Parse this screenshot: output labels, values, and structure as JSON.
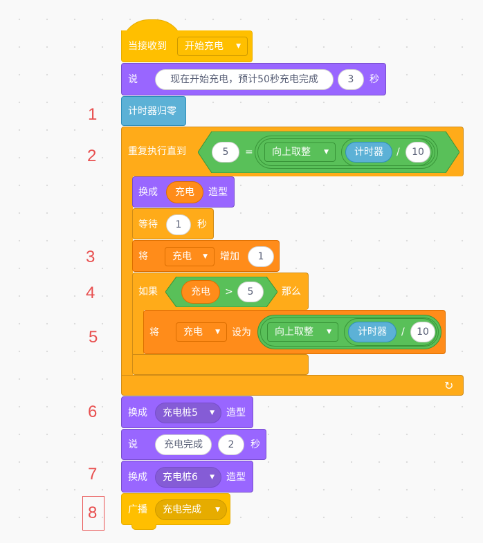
{
  "script": {
    "hat": {
      "label": "当接收到",
      "message": "开始充电"
    },
    "say_timed_1": {
      "label": "说",
      "text": "现在开始充电，预计50秒充电完成",
      "secs": "3",
      "unit": "秒"
    },
    "reset_timer": {
      "label": "计时器归零"
    },
    "repeat_until": {
      "label": "重复执行直到",
      "left": "5",
      "op": "=",
      "round_label": "向上取整",
      "timer": "计时器",
      "div": "/",
      "divisor": "10"
    },
    "switch_costume_1": {
      "label": "换成",
      "costume": "充电",
      "suffix": "造型"
    },
    "wait": {
      "label": "等待",
      "secs": "1",
      "unit": "秒"
    },
    "change_var": {
      "label": "将",
      "var": "充电",
      "action": "增加",
      "value": "1"
    },
    "if_block": {
      "label": "如果",
      "var": "充电",
      "op": ">",
      "value": "5",
      "then": "那么"
    },
    "set_var": {
      "label": "将",
      "var": "充电",
      "action": "设为",
      "round_label": "向上取整",
      "timer": "计时器",
      "div": "/",
      "divisor": "10"
    },
    "switch_costume_2": {
      "label": "换成",
      "costume": "充电桩5",
      "suffix": "造型"
    },
    "say_timed_2": {
      "label": "说",
      "text": "充电完成",
      "secs": "2",
      "unit": "秒"
    },
    "switch_costume_3": {
      "label": "换成",
      "costume": "充电桩6",
      "suffix": "造型"
    },
    "broadcast": {
      "label": "广播",
      "message": "充电完成"
    },
    "loop_arrow": "↻"
  },
  "annotations": [
    "1",
    "2",
    "3",
    "4",
    "5",
    "6",
    "7",
    "8"
  ],
  "colors": {
    "events": "#ffbf00",
    "looks": "#9966ff",
    "sensing": "#5cb1d6",
    "control": "#ffab19",
    "variables": "#ff8c1a",
    "operators": "#59c059",
    "annotation": "#e84f4f"
  }
}
